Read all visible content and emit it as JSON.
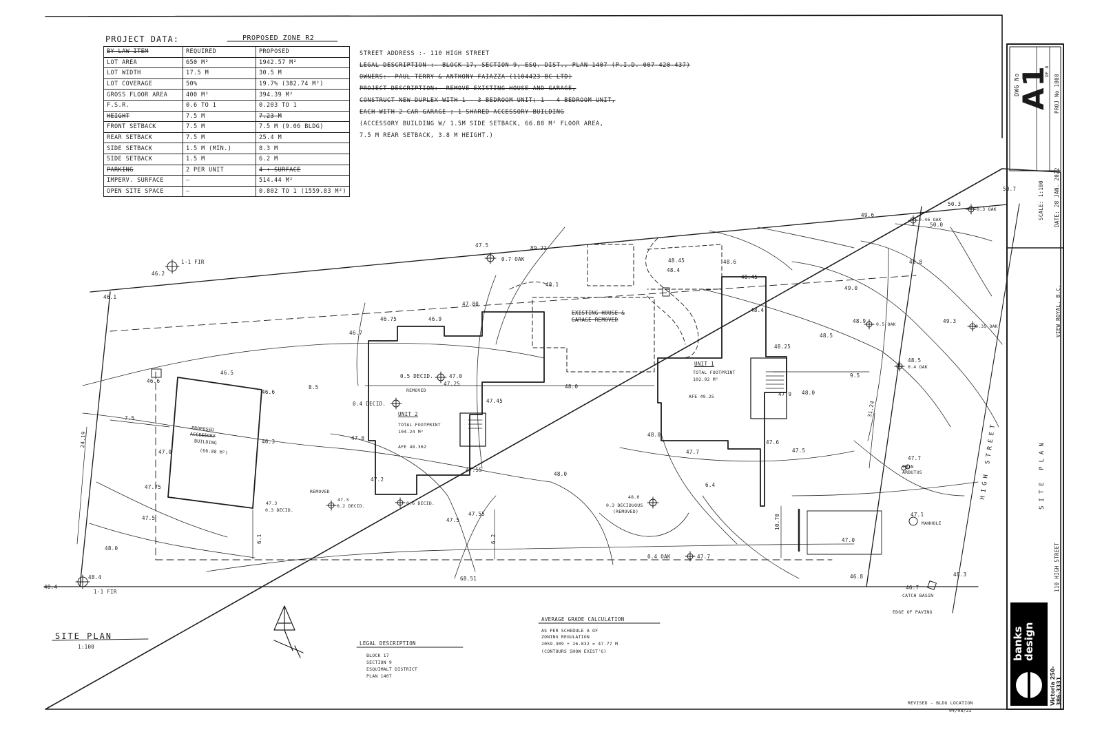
{
  "project_data": {
    "title": "PROJECT DATA:",
    "zone": "PROPOSED ZONE R2",
    "headers": [
      "BY-LAW ITEM",
      "REQUIRED",
      "PROPOSED"
    ],
    "rows": [
      [
        "LOT AREA",
        "650 M²",
        "1942.57 M²"
      ],
      [
        "LOT WIDTH",
        "17.5 M",
        "30.5 M"
      ],
      [
        "LOT COVERAGE",
        "50%",
        "19.7% (382.74 M²)"
      ],
      [
        "GROSS FLOOR AREA",
        "400 M²",
        "394.39 M²"
      ],
      [
        "F.S.R.",
        "0.6 TO 1",
        "0.203 TO 1"
      ],
      [
        "HEIGHT",
        "7.5 M",
        "7.23 M"
      ],
      [
        "FRONT SETBACK",
        "7.5 M",
        "7.5 M (9.06 BLDG)"
      ],
      [
        "REAR SETBACK",
        "7.5 M",
        "25.4 M"
      ],
      [
        "SIDE SETBACK",
        "1.5 M  (MIN.)",
        "8.3 M"
      ],
      [
        "SIDE SETBACK",
        "1.5 M",
        "6.2 M"
      ],
      [
        "PARKING",
        "2 PER UNIT",
        "4 + SURFACE"
      ],
      [
        "IMPERV. SURFACE",
        "—",
        "514.44 M²"
      ],
      [
        "OPEN SITE SPACE",
        "—",
        "0.802 TO 1 (1559.83 M²)"
      ]
    ]
  },
  "notes": [
    "STREET ADDRESS :-  110  HIGH STREET",
    "LEGAL DESCRIPTION :- BLOCK 17, SECTION 9, ESQ. DIST., PLAN 1407 (P.I.D. 007-420-437)",
    "OWNERS:- PAUL TERRY & ANTHONY FAIAZZA (1104423 BC LTD)",
    "PROJECT DESCRIPTION:- REMOVE EXISTING HOUSE AND GARAGE,",
    "CONSTRUCT NEW DUPLEX WITH 1 - 3 BEDROOM UNIT; 1 - 4 BEDROOM UNIT,",
    "EACH WITH 2 CAR GARAGE ; 1 SHARED ACCESSORY BUILDING",
    "(ACCESSORY BUILDING W/ 1.5M SIDE SETBACK, 66.88 M² FLOOR AREA,",
    "7.5 M REAR SETBACK, 3.8 M HEIGHT.)"
  ],
  "plan_labels": {
    "ir_nw": "1-1 FIR",
    "ir_nw_elev": "46.2",
    "ir_sw": "1-1 FIR",
    "ir_sw_elev": "48.4",
    "elev_sw_corner": "48.4",
    "elev_nw": "46.1",
    "oak_n": "0.7 OAK",
    "oak_n_elev": "47.5",
    "dim_north": "89.22",
    "existing_house": "EXISTING HOUSE & GARAGE REMOVED",
    "unit1": "UNIT 1",
    "unit1_fp": "TOTAL FOOTPRINT",
    "unit1_area": "102.92 M²",
    "unit1_afe": "AFE 49.25",
    "unit2": "UNIT 2",
    "unit2_fp": "TOTAL FOOTPRINT",
    "unit2_area": "104.24 M²",
    "unit2_afe": "AFE 48.362",
    "accessory_1": "PROPOSED",
    "accessory_2": "ACCESSORY",
    "accessory_3": "BUILDING",
    "accessory_4": "(66.88 M²)",
    "decid_05": "0.5 DECID.",
    "decid_05_elev": "47.0",
    "removed_1": "REMOVED",
    "decid_04": "0.4 DECID.",
    "removed_2": "REMOVED",
    "decid_02": "0.2 DECID.",
    "decid_02_elev": "47.3",
    "decid_03": "0.3 DECID.",
    "decid_03_elev": "47.3",
    "decid_06": "0.6 DECID.",
    "decid_06_b": "0.3 DECIDUOUS",
    "decid_06_c": "(REMOVED)",
    "decid_06_elev": "48.0",
    "oak_s": "0.4 OAK",
    "oak_s_elev": "47.7",
    "dim_south": "68.51",
    "dim_west": "24.19",
    "dim_east": "31.24",
    "dim_85": "8.5",
    "dim_75": "7.5",
    "dim_95": "9.5",
    "dim_62": "6.2",
    "dim_61": "6.1",
    "dim_1070": "10.70",
    "oak_e1": "0.46 OAK",
    "oak_e1_elev": "49.6",
    "oak_e2": "0.3 OAK",
    "oak_e2_elev": "50.3",
    "oak_e3": "0.5 OAK",
    "oak_e3_elev": "48.9",
    "oak_e4": "0.35 OAK",
    "oak_e4_elev": "49.3",
    "oak_e5": "0.4 OAK",
    "oak_e5_elev": "48.5",
    "twin_arbutus": "TWIN ARBUTUS",
    "twin_elev": "47.7",
    "manhole": "MANHOLE",
    "manhole_elev": "47.1",
    "catch_basin": "CATCH BASIN",
    "catch_elev": "46.7",
    "edge_paving": "EDGE OF PAVING",
    "high_street": "HIGH STREET",
    "contour_labels": [
      "46.6",
      "46.5",
      "46.6",
      "46.3",
      "47.0",
      "47.75",
      "47.5",
      "48.0",
      "46.7",
      "46.75",
      "46.9",
      "47.25",
      "47.45",
      "47.0",
      "47.2",
      "47.55",
      "47.5",
      "47.55",
      "48.0",
      "48.0",
      "48.45",
      "48.4",
      "48.6",
      "48.45",
      "48.4",
      "48.1",
      "47.80",
      "48.25",
      "47.9",
      "47.6",
      "48.0",
      "48.0",
      "47.7",
      "47.5",
      "47.0",
      "46.8",
      "48.3",
      "48.5",
      "49.0",
      "50.0",
      "50.7",
      "48.8",
      "6.4"
    ]
  },
  "site_plan_label": "SITE PLAN",
  "site_plan_scale": "1:100",
  "legal": {
    "title": "LEGAL DESCRIPTION",
    "lines": [
      "BLOCK 17",
      "SECTION 9",
      "ESQUIMALT DISTRICT",
      "PLAN 1407"
    ]
  },
  "grade": {
    "title": "AVERAGE GRADE CALCULATION",
    "lines": [
      "AS PER SCHEDULE A OF",
      "ZONING REGULATION",
      "2059.309 ÷ 26.832 = 47.77 M",
      "(CONTOURS SHOW EXIST'G)"
    ]
  },
  "revised": {
    "line1": "REVISED - BLDG LOCATION",
    "line2": "04/08/22"
  },
  "title_block": {
    "dwg_label": "DWG No",
    "dwg_no": "A1",
    "dwg_of": "OF 8",
    "proj_no": "PROJ No 1808",
    "scale": "SCALE: 1:100",
    "date": "DATE: 28 JAN. 2022",
    "location": "VIEW ROYAL, B.C.",
    "sheet_title": "SITE PLAN",
    "address": "110 HIGH STREET",
    "firm": [
      "banks",
      "design"
    ],
    "phone": "Victoria 250-386-3331"
  }
}
